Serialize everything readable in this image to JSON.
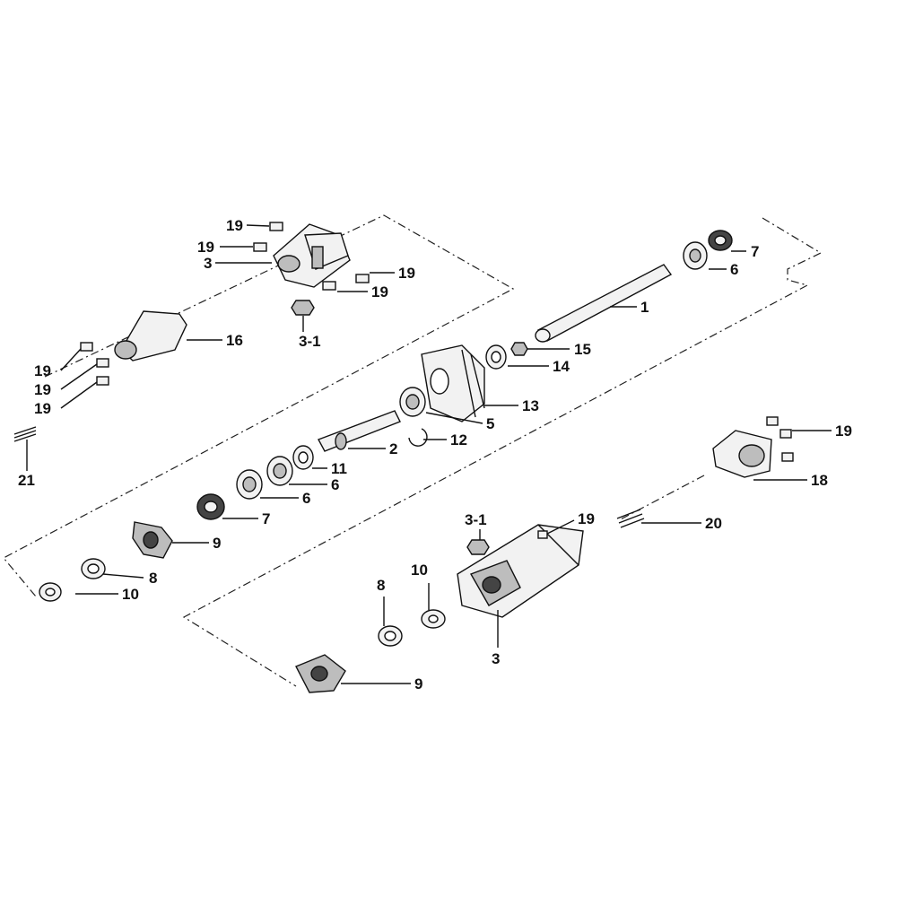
{
  "callouts": [
    {
      "id": "c-19-a",
      "text": "19"
    },
    {
      "id": "c-19-b",
      "text": "19"
    },
    {
      "id": "c-3-top",
      "text": "3"
    },
    {
      "id": "c-19-c",
      "text": "19"
    },
    {
      "id": "c-19-d",
      "text": "19"
    },
    {
      "id": "c-3-1-top",
      "text": "3-1"
    },
    {
      "id": "c-16",
      "text": "16"
    },
    {
      "id": "c-19-e",
      "text": "19"
    },
    {
      "id": "c-19-f",
      "text": "19"
    },
    {
      "id": "c-19-g",
      "text": "19"
    },
    {
      "id": "c-21",
      "text": "21"
    },
    {
      "id": "c-7-top",
      "text": "7"
    },
    {
      "id": "c-6-top",
      "text": "6"
    },
    {
      "id": "c-1",
      "text": "1"
    },
    {
      "id": "c-15",
      "text": "15"
    },
    {
      "id": "c-14",
      "text": "14"
    },
    {
      "id": "c-13",
      "text": "13"
    },
    {
      "id": "c-5",
      "text": "5"
    },
    {
      "id": "c-12",
      "text": "12"
    },
    {
      "id": "c-2",
      "text": "2"
    },
    {
      "id": "c-11",
      "text": "11"
    },
    {
      "id": "c-6-mid-a",
      "text": "6"
    },
    {
      "id": "c-6-mid-b",
      "text": "6"
    },
    {
      "id": "c-7-mid",
      "text": "7"
    },
    {
      "id": "c-9-left",
      "text": "9"
    },
    {
      "id": "c-8-left",
      "text": "8"
    },
    {
      "id": "c-10-left",
      "text": "10"
    },
    {
      "id": "c-19-h",
      "text": "19"
    },
    {
      "id": "c-18",
      "text": "18"
    },
    {
      "id": "c-20",
      "text": "20"
    },
    {
      "id": "c-19-i",
      "text": "19"
    },
    {
      "id": "c-3-1-bottom",
      "text": "3-1"
    },
    {
      "id": "c-10-bottom",
      "text": "10"
    },
    {
      "id": "c-8-bottom",
      "text": "8"
    },
    {
      "id": "c-3-bottom",
      "text": "3"
    },
    {
      "id": "c-9-bottom",
      "text": "9"
    }
  ],
  "colors": {
    "ink": "#111111",
    "fill_light": "#f2f2f2",
    "fill_mid": "#bdbdbd",
    "fill_dark": "#444444"
  }
}
